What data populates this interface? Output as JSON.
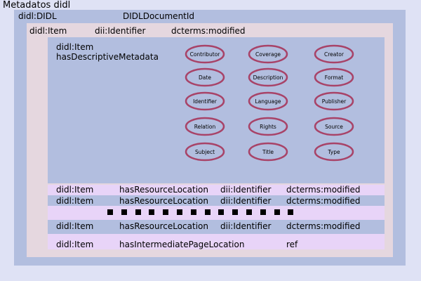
{
  "title": "Metadatos didl",
  "didl": {
    "label": "didl:DIDL",
    "doc_id": "DIDLDocumentId"
  },
  "item": {
    "label": "didl:Item",
    "identifier": "dii:Identifier",
    "modified": "dcterms:modified"
  },
  "descriptive": {
    "item_label": "didl:Item",
    "metadata_label": "hasDescriptiveMetadata",
    "fields": [
      "Contributor",
      "Coverage",
      "Creator",
      "Date",
      "Description",
      "Format",
      "Identifier",
      "Language",
      "Publisher",
      "Relation",
      "Rights",
      "Source",
      "Subject",
      "Title",
      "Type"
    ]
  },
  "resource_rows": [
    {
      "item": "didl:Item",
      "location": "hasResourceLocation",
      "identifier": "dii:Identifier",
      "modified": "dcterms:modified"
    },
    {
      "item": "didl:Item",
      "location": "hasResourceLocation",
      "identifier": "dii:Identifier",
      "modified": "dcterms:modified"
    },
    {
      "item": "didl:Item",
      "location": "hasResourceLocation",
      "identifier": "dii:Identifier",
      "modified": "dcterms:modified"
    }
  ],
  "intermediate_row": {
    "item": "didl:Item",
    "location": "hasIntermediatePageLocation",
    "ref": "ref"
  },
  "colors": {
    "ellipse_fill": "#b2bedf",
    "ellipse_stroke": "#a84368",
    "row_light": "#e8d4f8",
    "row_blue": "#b2bedf"
  }
}
